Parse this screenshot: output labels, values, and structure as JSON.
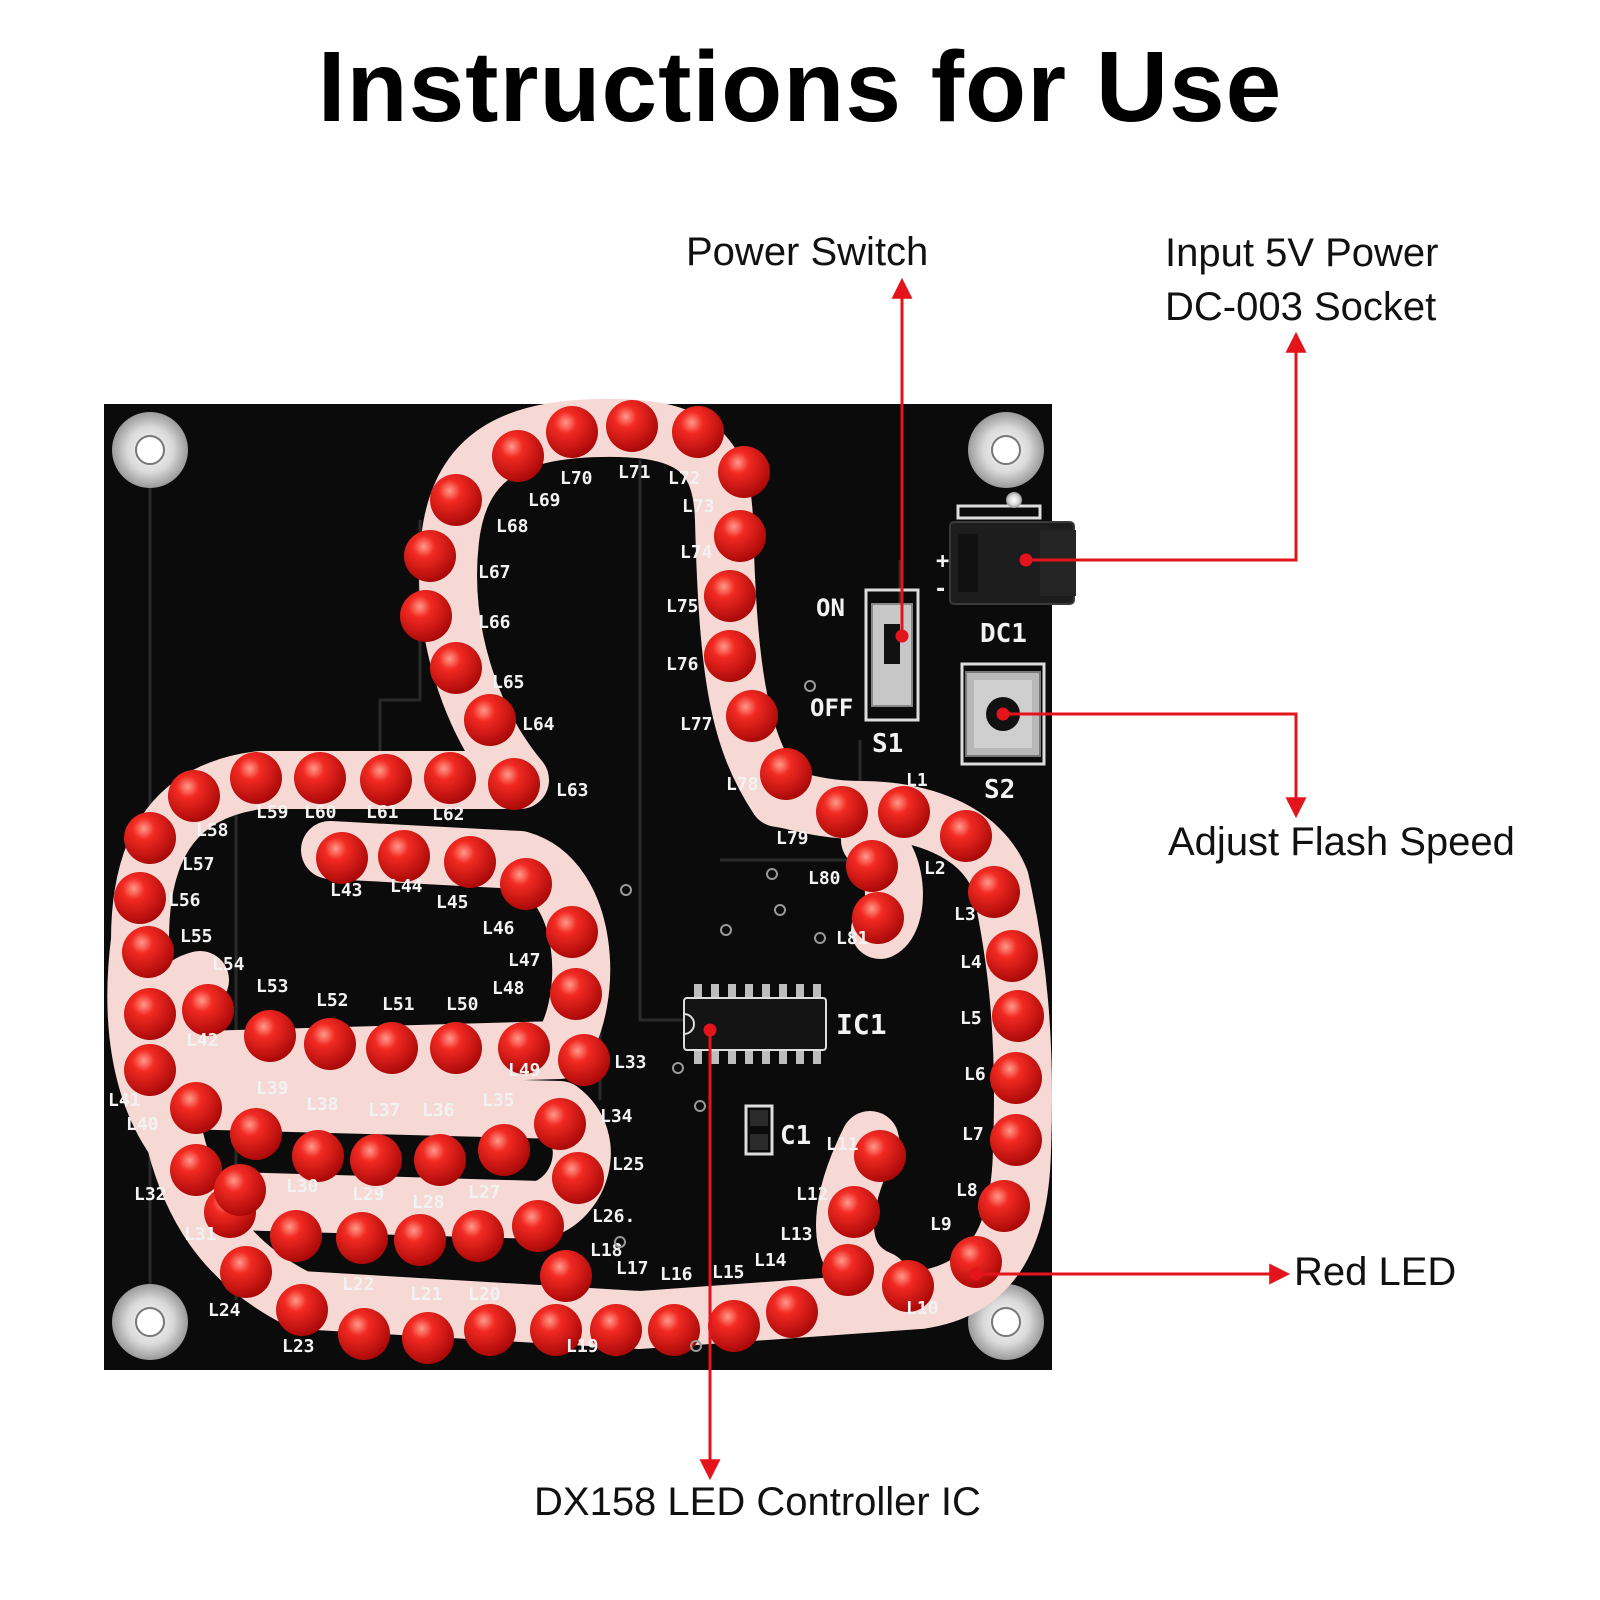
{
  "title": "Instructions for Use",
  "callouts": {
    "power_switch": "Power Switch",
    "input_line1": "Input 5V Power",
    "input_line2": "DC-003 Socket",
    "adjust": "Adjust Flash Speed",
    "red_led": "Red LED",
    "ic": "DX158 LED Controller IC"
  },
  "board": {
    "switch_on": "ON",
    "switch_off": "OFF",
    "switch_ref": "S1",
    "button_ref": "S2",
    "dc_ref": "DC1",
    "ic_ref": "IC1",
    "cap_ref": "C1"
  },
  "colors": {
    "board": "#0b0b0b",
    "led": "#e01818",
    "arrow": "#e3141b",
    "trace": "#f6d9d4"
  }
}
